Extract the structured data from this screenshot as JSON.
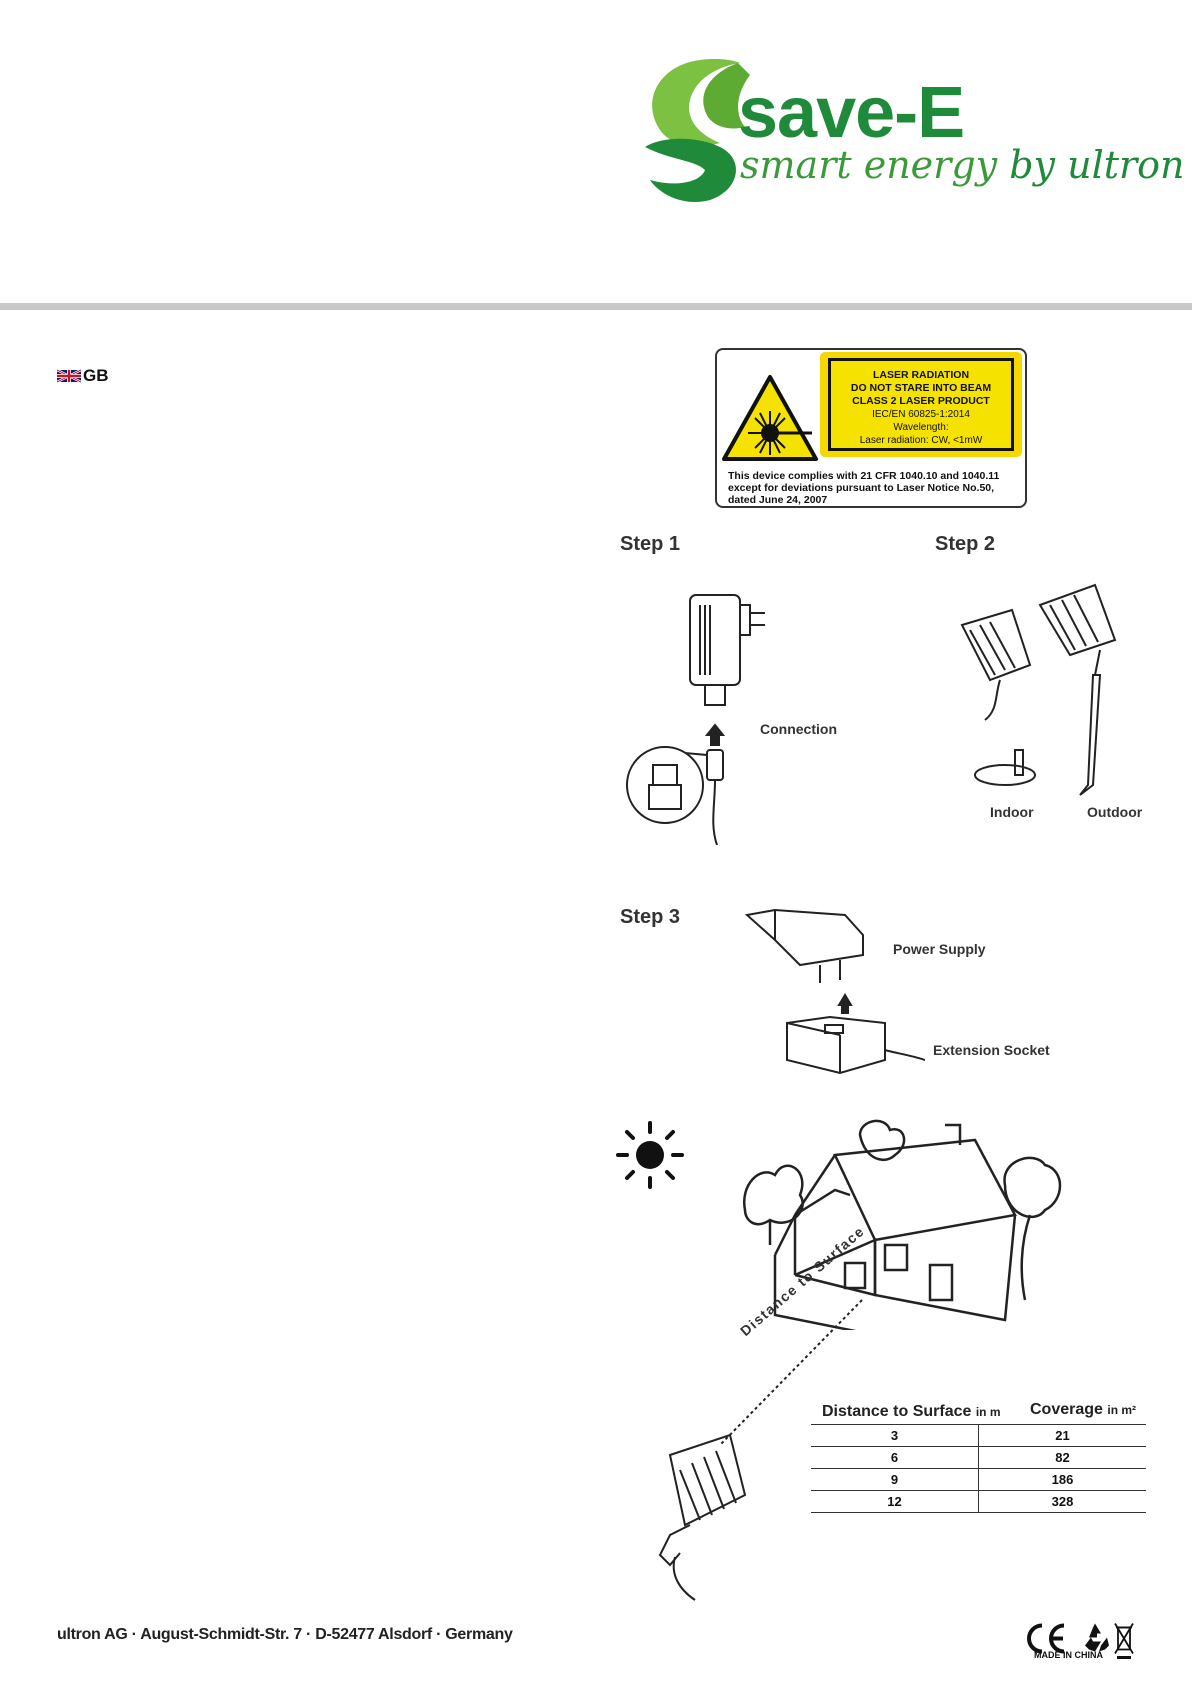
{
  "brand": {
    "name": "save-E",
    "tagline": "smart energy",
    "tagline_by": "by ultron"
  },
  "language": {
    "code": "GB",
    "flag_icon": "uk-flag-icon"
  },
  "laser_label": {
    "lines": [
      "LASER RADIATION",
      "DO NOT STARE INTO BEAM",
      "CLASS 2 LASER PRODUCT",
      "IEC/EN 60825-1:2014",
      "Wavelength:",
      "Laser radiation: CW, <1mW"
    ],
    "notice": [
      "This device complies with 21 CFR 1040.10 and 1040.11",
      "except for deviations pursuant to Laser Notice No.50,",
      "dated June 24, 2007"
    ],
    "warning_color": "#f6e200"
  },
  "steps": {
    "step1": {
      "title": "Step 1",
      "label": "Connection"
    },
    "step2": {
      "title": "Step 2",
      "indoor": "Indoor",
      "outdoor": "Outdoor"
    },
    "step3": {
      "title": "Step 3",
      "power_supply": "Power Supply",
      "extension_socket": "Extension Socket"
    }
  },
  "coverage": {
    "distance_label": "Distance to Surface",
    "header_distance": "Distance to Surface",
    "header_distance_unit": "in m",
    "header_coverage": "Coverage",
    "header_coverage_unit": "in m²",
    "rows": [
      {
        "distance": "3",
        "coverage": "21"
      },
      {
        "distance": "6",
        "coverage": "82"
      },
      {
        "distance": "9",
        "coverage": "186"
      },
      {
        "distance": "12",
        "coverage": "328"
      }
    ]
  },
  "footer": {
    "address": "ultron AG · August-Schmidt-Str. 7 · D-52477 Alsdorf · Germany",
    "made_in": "MADE IN CHINA",
    "marks": [
      "ce-mark-icon",
      "recycle-icon",
      "weee-bin-icon"
    ]
  },
  "colors": {
    "brand_green": "#1e8a3a",
    "leaf_light": "#7cc142",
    "rule_gray": "#c9c9c9"
  }
}
